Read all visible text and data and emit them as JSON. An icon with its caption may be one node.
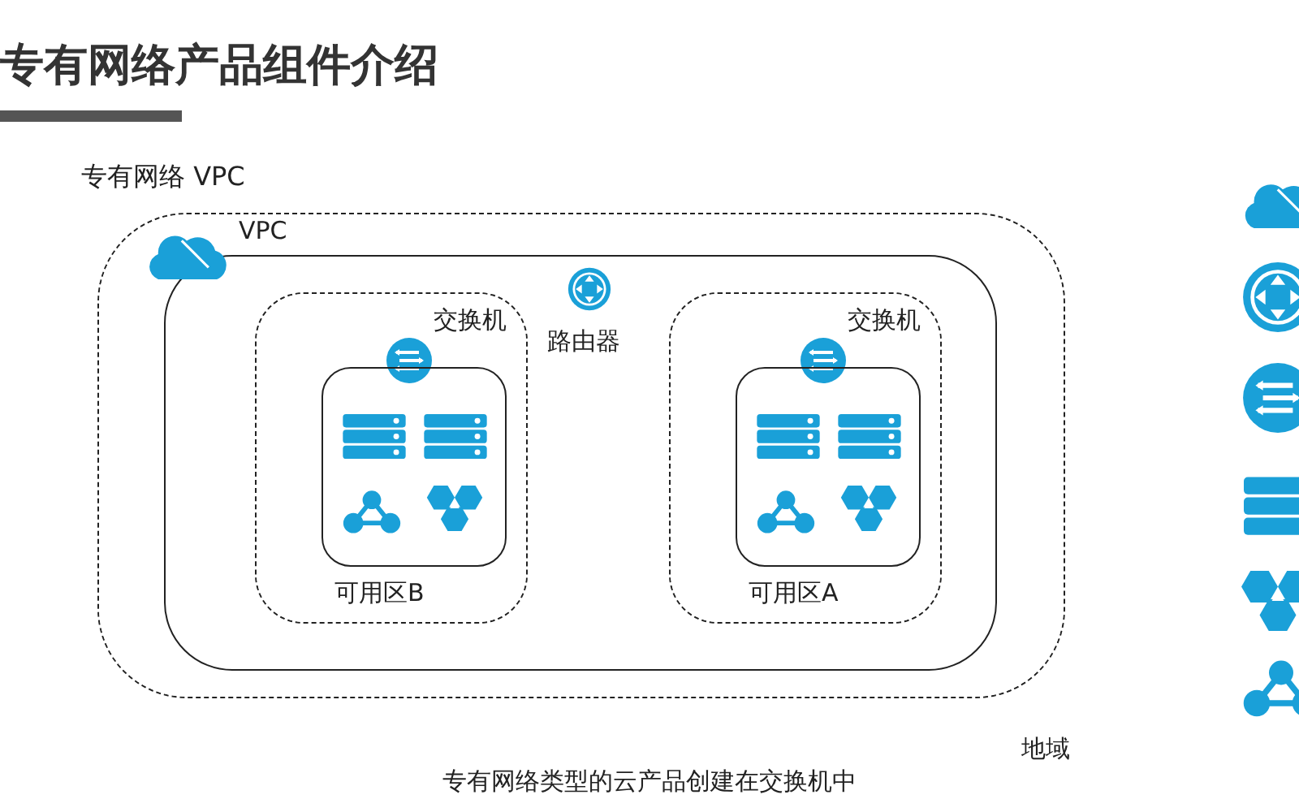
{
  "diagram": {
    "title": "专有网络产品组件介绍",
    "caption": "专有网络类型的云产品创建在交换机中",
    "nodes": [
      {
        "text": [
          "地域"
        ]
      },
      {
        "text": [
          "VPC"
        ],
        "in": 0
      },
      {
        "text": [
          "路由器"
        ],
        "in": 1
      },
      {
        "text": [
          "交换机",
          "可用区B"
        ],
        "in": 1
      },
      {
        "text": [],
        "shape": "box",
        "in": 3
      },
      {
        "text": [
          "交换机",
          "可用区A"
        ],
        "in": 1
      },
      {
        "text": [],
        "shape": "box",
        "in": 5
      }
    ],
    "labels": [
      "专有网络 VPC"
    ]
  }
}
